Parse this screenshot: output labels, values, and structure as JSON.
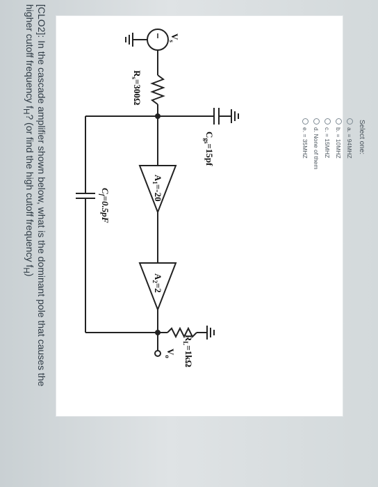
{
  "question": {
    "line1": "[CLO2]: In the cascade amplifier shown below, what is the dominant pole that causes the",
    "line2": "higher cutoff frequency f",
    "line2_sub": "H",
    "line2_rest": "? (or find the high cutoff frequency f",
    "line2_sub2": "H",
    "line2_end": ")"
  },
  "circuit": {
    "source_label": "V",
    "source_sub": "s",
    "rs_label": "R",
    "rs_sub": "s",
    "rs_value": "=300Ω",
    "cgs_label": "C",
    "cgs_sub": "gs",
    "cgs_value": "=15pf",
    "amp1_label": "A",
    "amp1_sub": "1",
    "amp1_value": "=-20",
    "amp2_label": "A",
    "amp2_sub": "2",
    "amp2_value": "=2",
    "cf_label": "C",
    "cf_sub": "f",
    "cf_value": "=0.5pF",
    "rl_label": "R",
    "rl_sub": "L",
    "rl_value": "=1kΩ",
    "vo_label": "V",
    "vo_sub": "o"
  },
  "select": {
    "label": "Select one:",
    "options": [
      "a. = 94MHZ",
      "b. = 10MHZ",
      "c. = 15MHZ",
      "d. None of them",
      "e. = 35MHZ"
    ]
  }
}
